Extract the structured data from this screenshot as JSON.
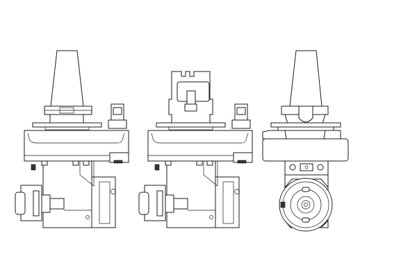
{
  "drawing": {
    "views": [
      "side-view-left",
      "side-view-middle",
      "front-view-right"
    ],
    "line_color": "#1a1a1a",
    "background": "#ffffff"
  }
}
